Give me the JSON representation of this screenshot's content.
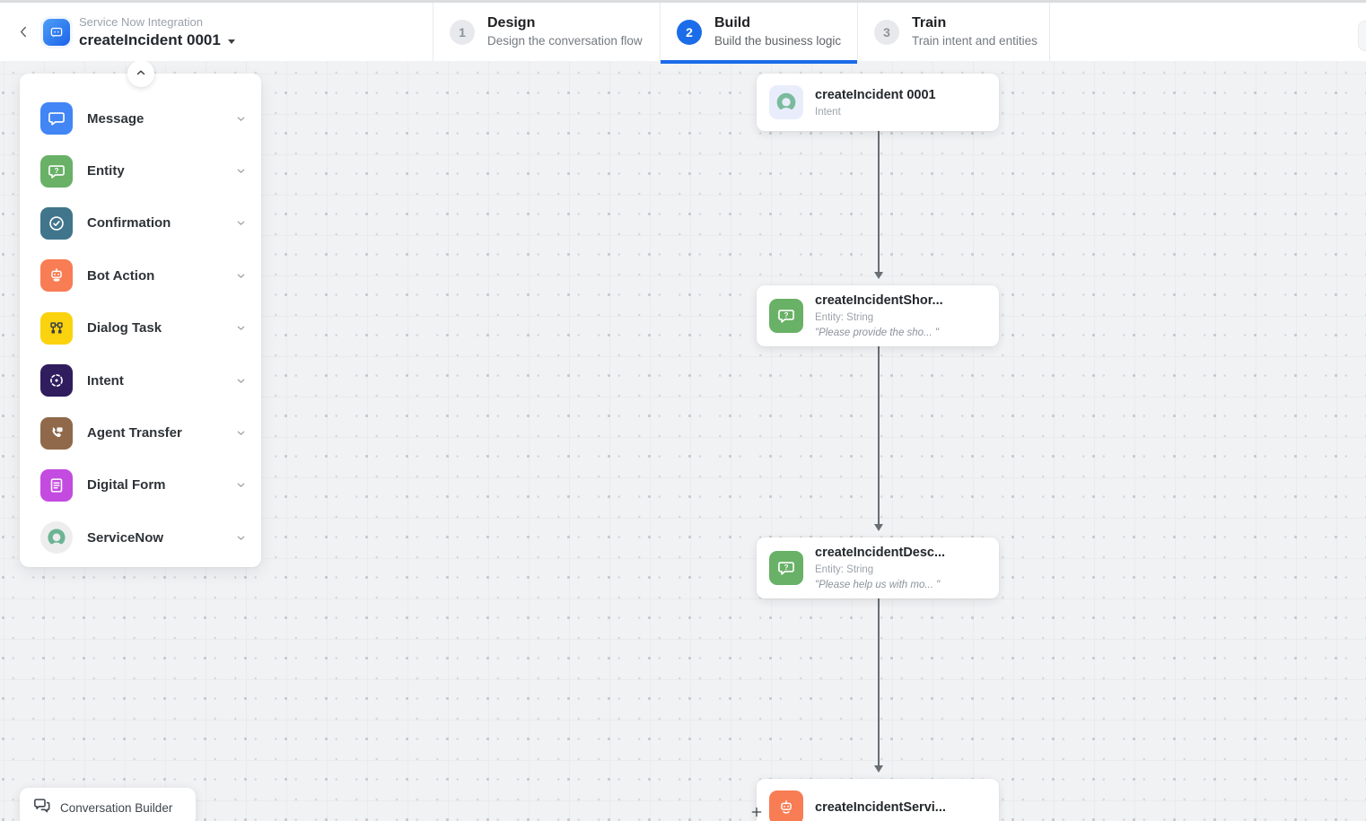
{
  "header": {
    "project_label": "Service Now Integration",
    "task_name": "createIncident 0001",
    "steps": [
      {
        "number": "1",
        "label": "Design",
        "sublabel": "Design the conversation flow",
        "state": "inactive"
      },
      {
        "number": "2",
        "label": "Build",
        "sublabel": "Build the business logic",
        "state": "active"
      },
      {
        "number": "3",
        "label": "Train",
        "sublabel": "Train intent and entities",
        "state": "inactive"
      }
    ]
  },
  "palette": {
    "items": [
      {
        "label": "Message",
        "icon": "message-icon",
        "color": "#4285f4"
      },
      {
        "label": "Entity",
        "icon": "entity-icon",
        "color": "#68b166"
      },
      {
        "label": "Confirmation",
        "icon": "confirmation-icon",
        "color": "#40758b"
      },
      {
        "label": "Bot Action",
        "icon": "bot-action-icon",
        "color": "#f87c54"
      },
      {
        "label": "Dialog Task",
        "icon": "dialog-task-icon",
        "color": "#fbd20e"
      },
      {
        "label": "Intent",
        "icon": "intent-icon",
        "color": "#2f1d5e"
      },
      {
        "label": "Agent Transfer",
        "icon": "agent-transfer-icon",
        "color": "#90694a"
      },
      {
        "label": "Digital Form",
        "icon": "digital-form-icon",
        "color": "#c44be0"
      },
      {
        "label": "ServiceNow",
        "icon": "servicenow-icon",
        "color": "#6cb493"
      }
    ]
  },
  "flow": {
    "nodes": [
      {
        "title": "createIncident 0001",
        "subtitle": "Intent",
        "quote": "",
        "type": "servicenow-intent"
      },
      {
        "title": "createIncidentShor...",
        "subtitle": "Entity: String",
        "quote": "\"Please provide the sho... \"",
        "type": "entity"
      },
      {
        "title": "createIncidentDesc...",
        "subtitle": "Entity: String",
        "quote": "\"Please help us with mo... \"",
        "type": "entity"
      },
      {
        "title": "createIncidentServi...",
        "subtitle": "",
        "quote": "",
        "type": "bot-action"
      }
    ]
  },
  "footer": {
    "builder_label": "Conversation Builder"
  },
  "colors": {
    "accent_blue": "#1b6ce9",
    "canvas_bg": "#f1f2f4",
    "servicenow_green": "#6cb493",
    "connector_gray": "#686e74"
  }
}
